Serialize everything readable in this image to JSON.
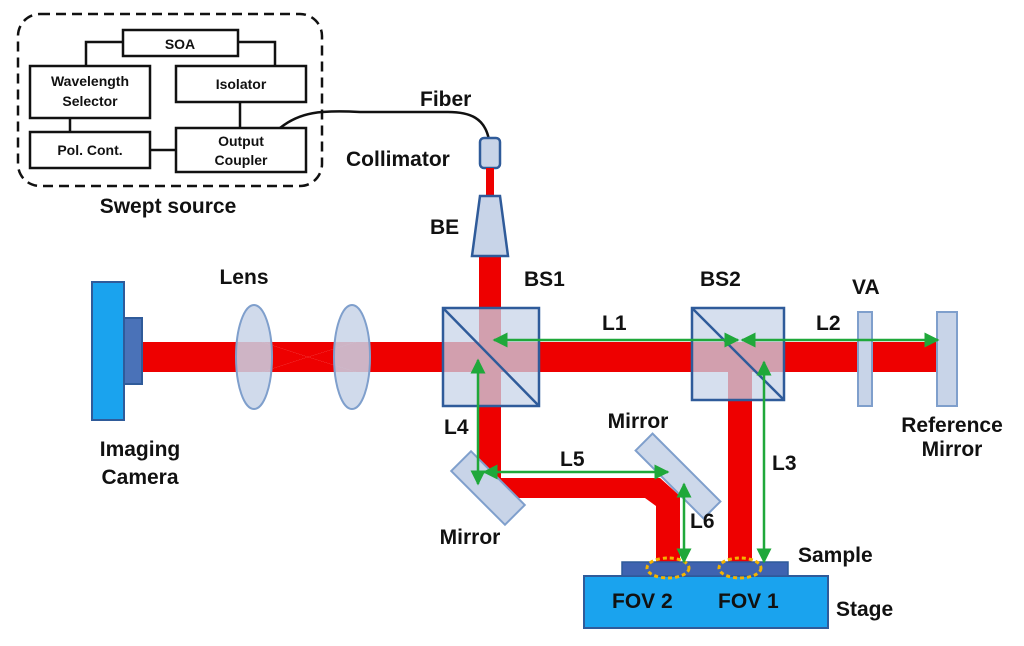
{
  "swept_source": {
    "title": "Swept source",
    "blocks": {
      "soa": "SOA",
      "wavelength_selector_line1": "Wavelength",
      "wavelength_selector_line2": "Selector",
      "isolator": "Isolator",
      "pol_cont": "Pol. Cont.",
      "output_coupler_line1": "Output",
      "output_coupler_line2": "Coupler"
    }
  },
  "labels": {
    "fiber": "Fiber",
    "collimator": "Collimator",
    "be": "BE",
    "lens": "Lens",
    "bs1": "BS1",
    "bs2": "BS2",
    "va": "VA",
    "reference_mirror_line1": "Reference",
    "reference_mirror_line2": "Mirror",
    "imaging_camera_line1": "Imaging",
    "imaging_camera_line2": "Camera",
    "mirror_upper": "Mirror",
    "mirror_lower": "Mirror",
    "sample": "Sample",
    "stage": "Stage",
    "fov1": "FOV 1",
    "fov2": "FOV 2"
  },
  "path_lengths": {
    "l1": "L1",
    "l2": "L2",
    "l3": "L3",
    "l4": "L4",
    "l5": "L5",
    "l6": "L6"
  },
  "colors": {
    "beam": "#ee0000",
    "optic": "#c8d4e8",
    "optic_edge": "#7f9fcc",
    "cube_edge": "#2f5b9a",
    "camera": "#1aa3ee",
    "camera_lens": "#4a72b8",
    "stage": "#1aa3ee",
    "sample": "#3f63b0",
    "arrow": "#1fa83a",
    "fov_ring": "#f4b400"
  }
}
